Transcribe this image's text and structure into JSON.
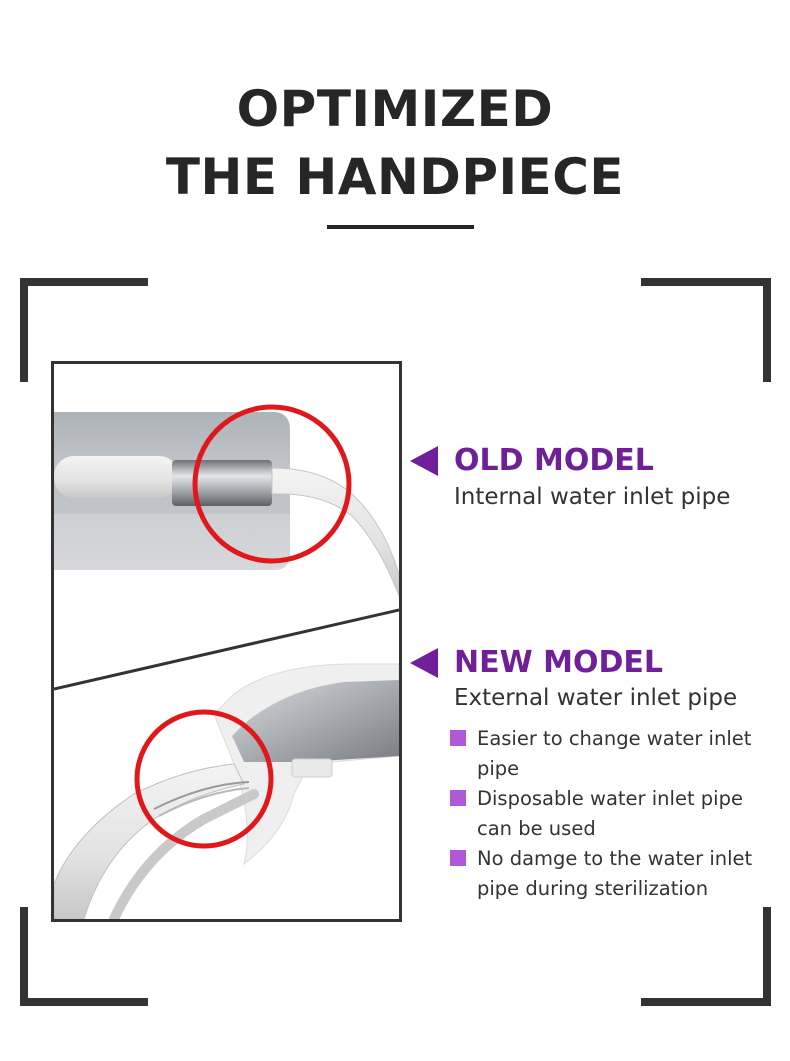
{
  "heading": {
    "line1": "OPTIMIZED",
    "line2": "THE HANDPIECE"
  },
  "old_model": {
    "title": "OLD MODEL",
    "subtitle": "Internal water inlet pipe"
  },
  "new_model": {
    "title": "NEW MODEL",
    "subtitle": "External water inlet pipe",
    "features": [
      "Easier to change water inlet pipe",
      "Disposable water inlet pipe can be used",
      "No damge to the water inlet pipe during sterilization"
    ]
  },
  "colors": {
    "accent": "#6f1f98",
    "bullet": "#b158d9",
    "highlight_circle": "#e0181b",
    "frame": "#333333"
  },
  "icons": {
    "pointer": "triangle-left-icon",
    "bullet": "square-bullet-icon"
  }
}
